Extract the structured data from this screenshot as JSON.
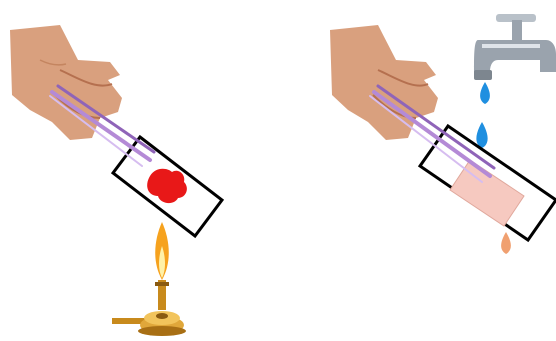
{
  "scene": {
    "panels": [
      {
        "id": "heating",
        "elements": [
          "hand-icon",
          "tweezers-icon",
          "glass-slide",
          "red-stain",
          "alcohol-lamp-icon",
          "flame-icon"
        ]
      },
      {
        "id": "rinsing",
        "elements": [
          "hand-icon",
          "tweezers-icon",
          "glass-slide",
          "pink-stain",
          "water-tap-icon",
          "water-drop-icon"
        ]
      }
    ]
  },
  "colors": {
    "skin": "#d9a07e",
    "skin_shadow": "#b5704f",
    "tweezers": "#b48ad6",
    "slide_border": "#000000",
    "stain_red": "#e81818",
    "stain_pink": "#f6c9c0",
    "flame_outer": "#f6a21e",
    "flame_inner": "#fff1a8",
    "lamp_brass": "#c88a1c",
    "tap_metal": "#9aa3ad",
    "water": "#1f8fe0",
    "drip_orange": "#f0a070"
  }
}
